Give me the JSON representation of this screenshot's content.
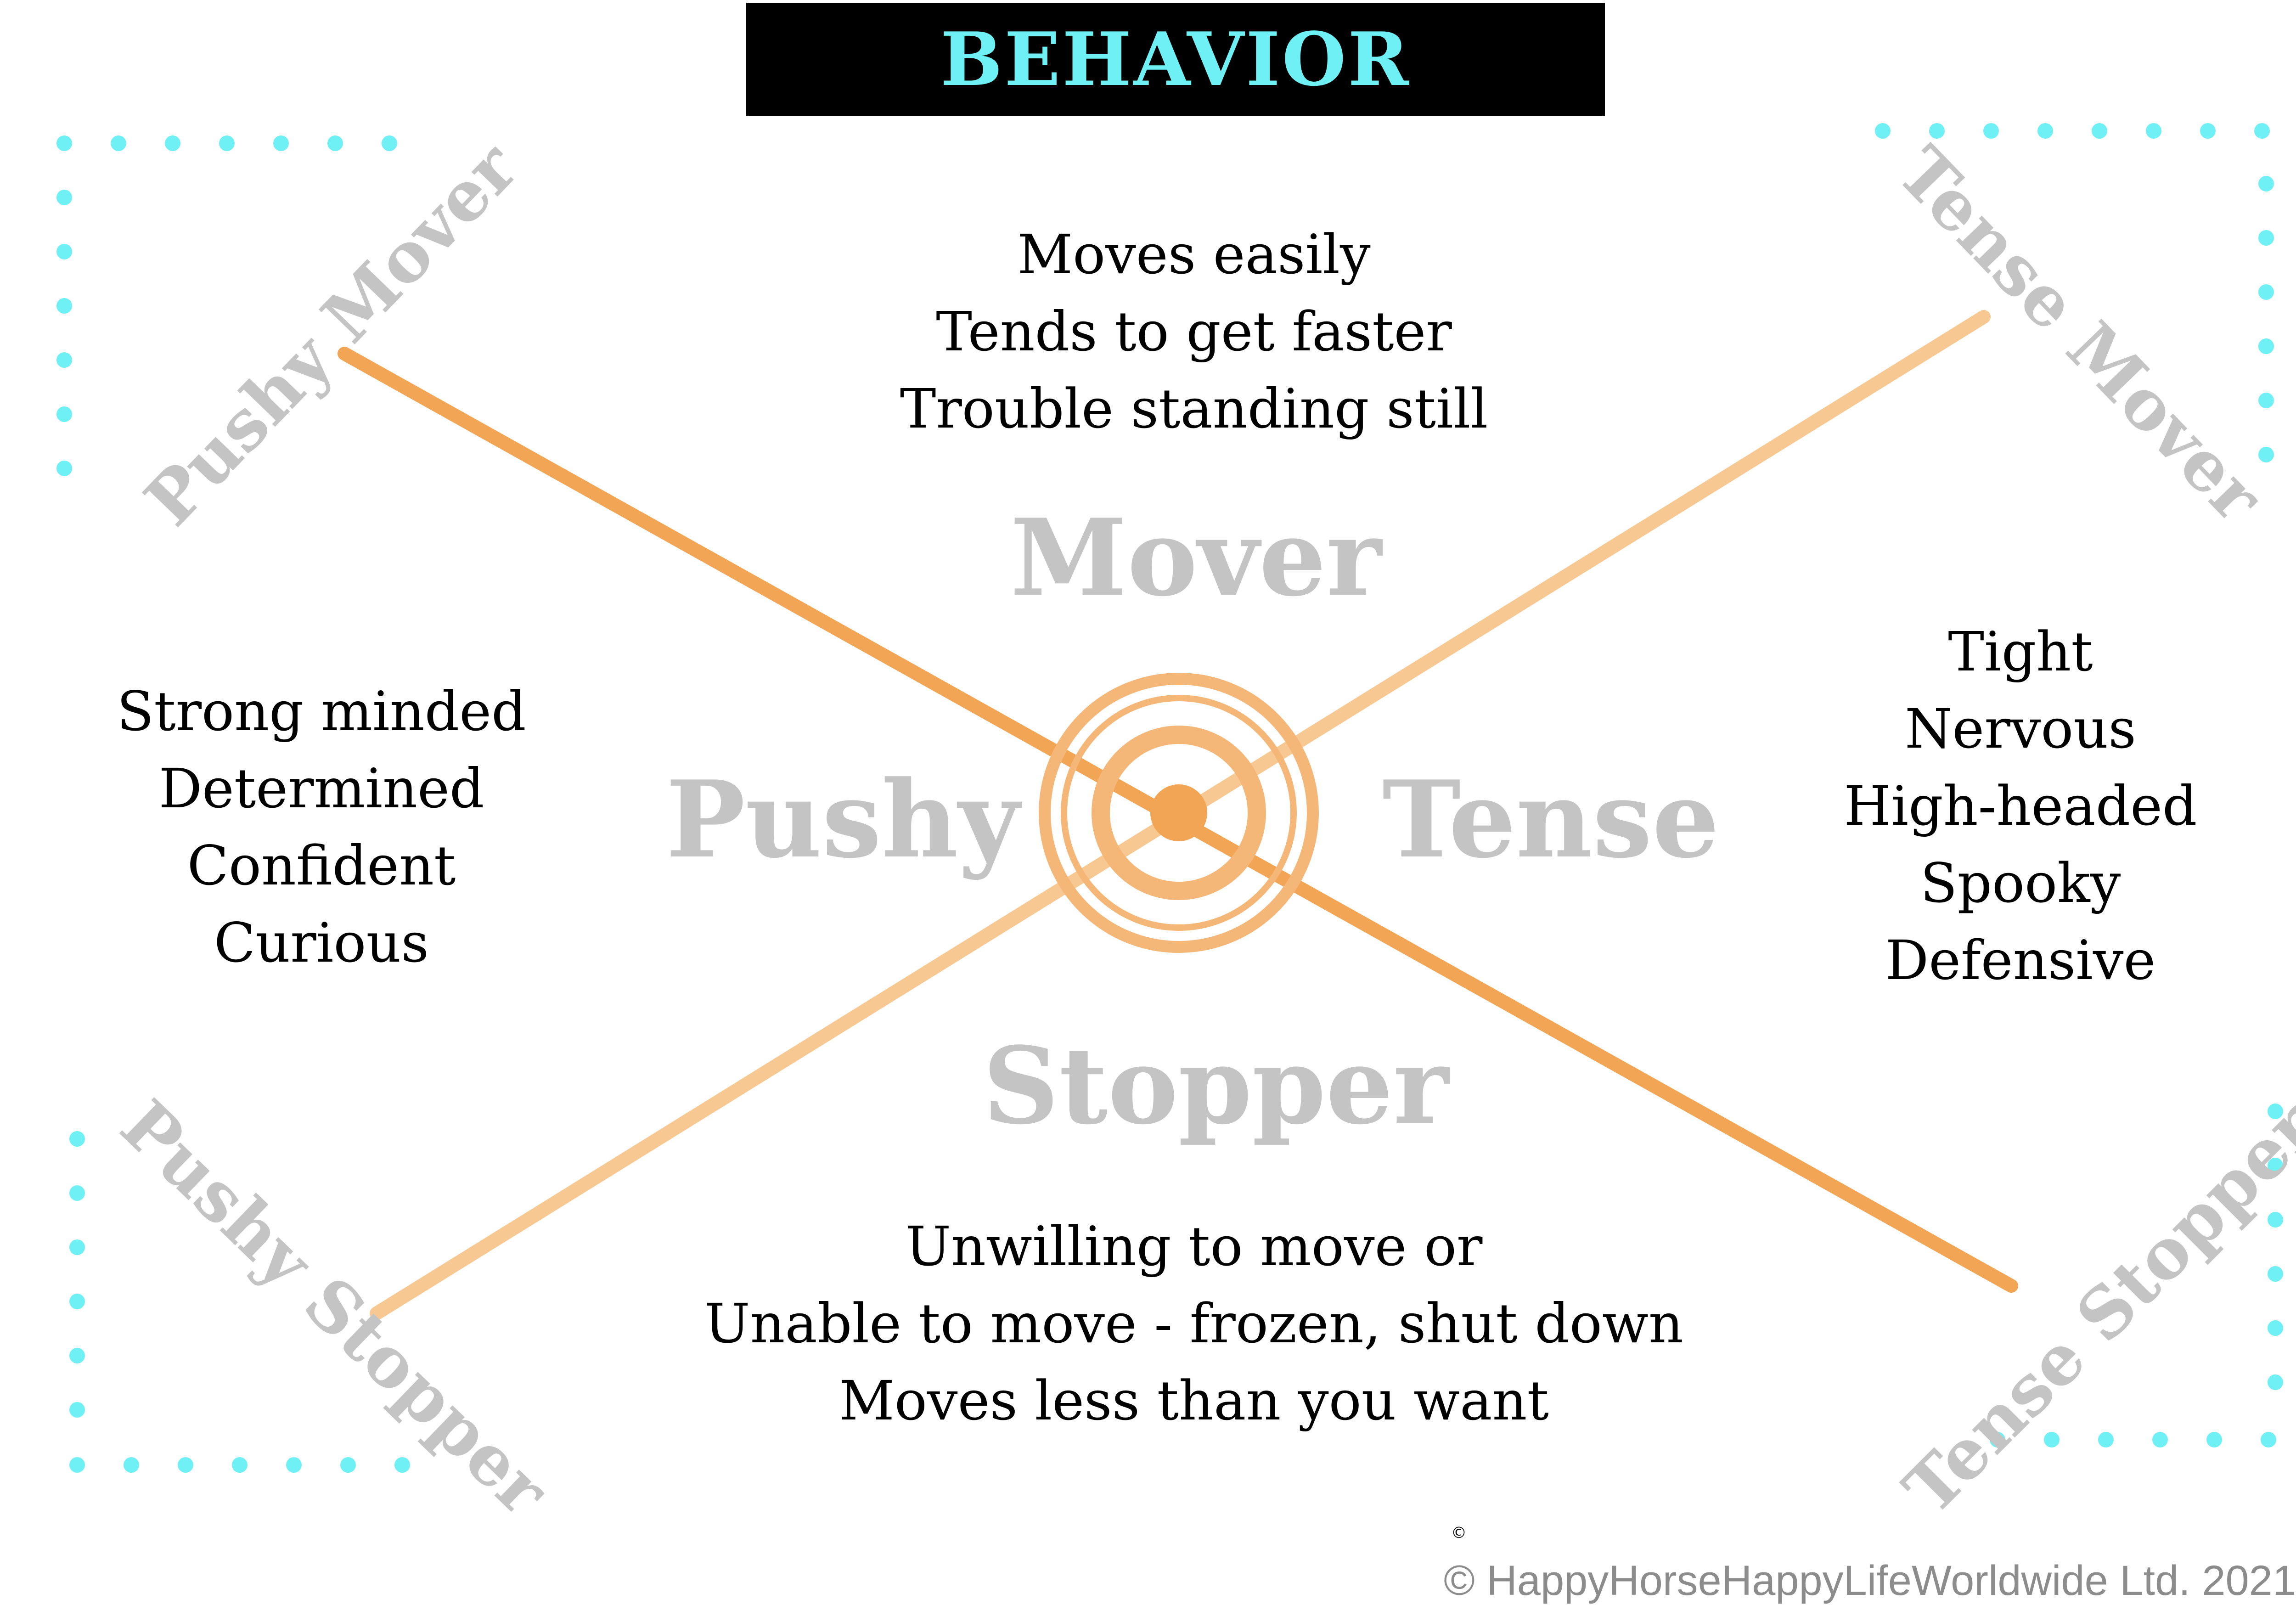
{
  "title": "BEHAVIOR",
  "colors": {
    "title_text": "#6ef0f5",
    "title_bg": "#000000",
    "axis_line": "#f2a554",
    "axis_line_light": "#f7c891",
    "target": "#f4b778",
    "dots": "#6ef0f5",
    "muted_label": "#c4c4c4"
  },
  "axes": {
    "top": "Mover",
    "bottom": "Stopper",
    "left": "Pushy",
    "right": "Tense"
  },
  "corners": {
    "top_left": "Pushy Mover",
    "top_right": "Tense Mover",
    "bottom_left": "Pushy Stopper",
    "bottom_right": "Tense Stopper"
  },
  "descriptions": {
    "mover": [
      "Moves easily",
      "Tends to get faster",
      "Trouble standing still"
    ],
    "pushy": [
      "Strong minded",
      "Determined",
      "Confident",
      "Curious"
    ],
    "tense": [
      "Tight",
      "Nervous",
      "High-headed",
      "Spooky",
      "Defensive"
    ],
    "stopper": [
      "Unwilling to move or",
      "Unable to move - frozen, shut down",
      "Moves less than you want"
    ]
  },
  "copyright_symbol": "©",
  "copyright": "© HappyHorseHappyLifeWorldwide Ltd. 2021"
}
